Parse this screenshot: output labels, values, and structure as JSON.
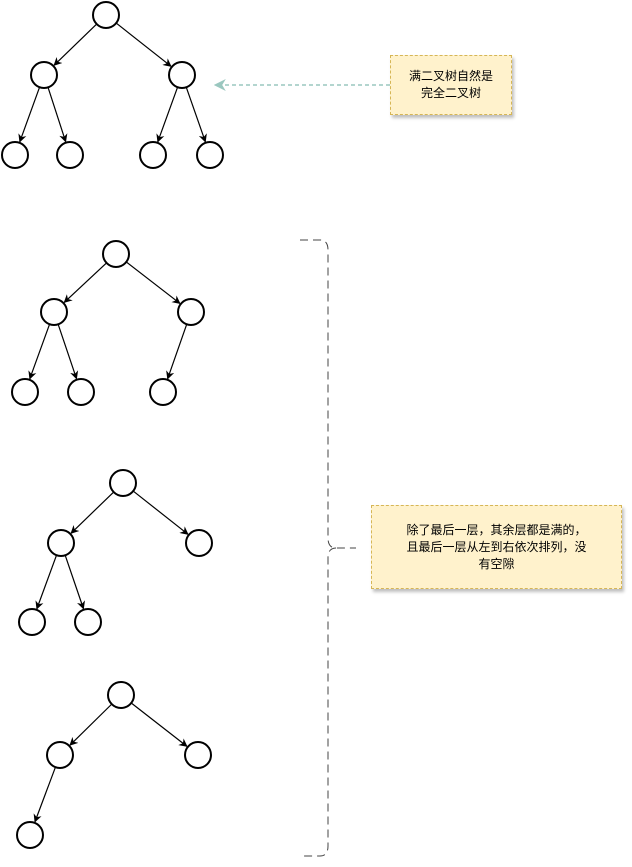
{
  "notes": {
    "full_binary_tree": "满二叉树自然是\n完全二叉树",
    "complete_binary_tree": "除了最后一层，其余层都是满的，\n且最后一层从左到右依次排列，没\n有空隙"
  },
  "colors": {
    "node_stroke": "#000000",
    "node_fill": "#ffffff",
    "note_fill": "#fff2cc",
    "note_border": "#d6b656",
    "dashed_arrow": "#9ac7bf",
    "brace": "#444444"
  },
  "trees": [
    {
      "name": "full-tree",
      "nodes": 7
    },
    {
      "name": "complete-tree-6",
      "nodes": 6
    },
    {
      "name": "complete-tree-5",
      "nodes": 5
    },
    {
      "name": "complete-tree-4",
      "nodes": 4
    }
  ]
}
